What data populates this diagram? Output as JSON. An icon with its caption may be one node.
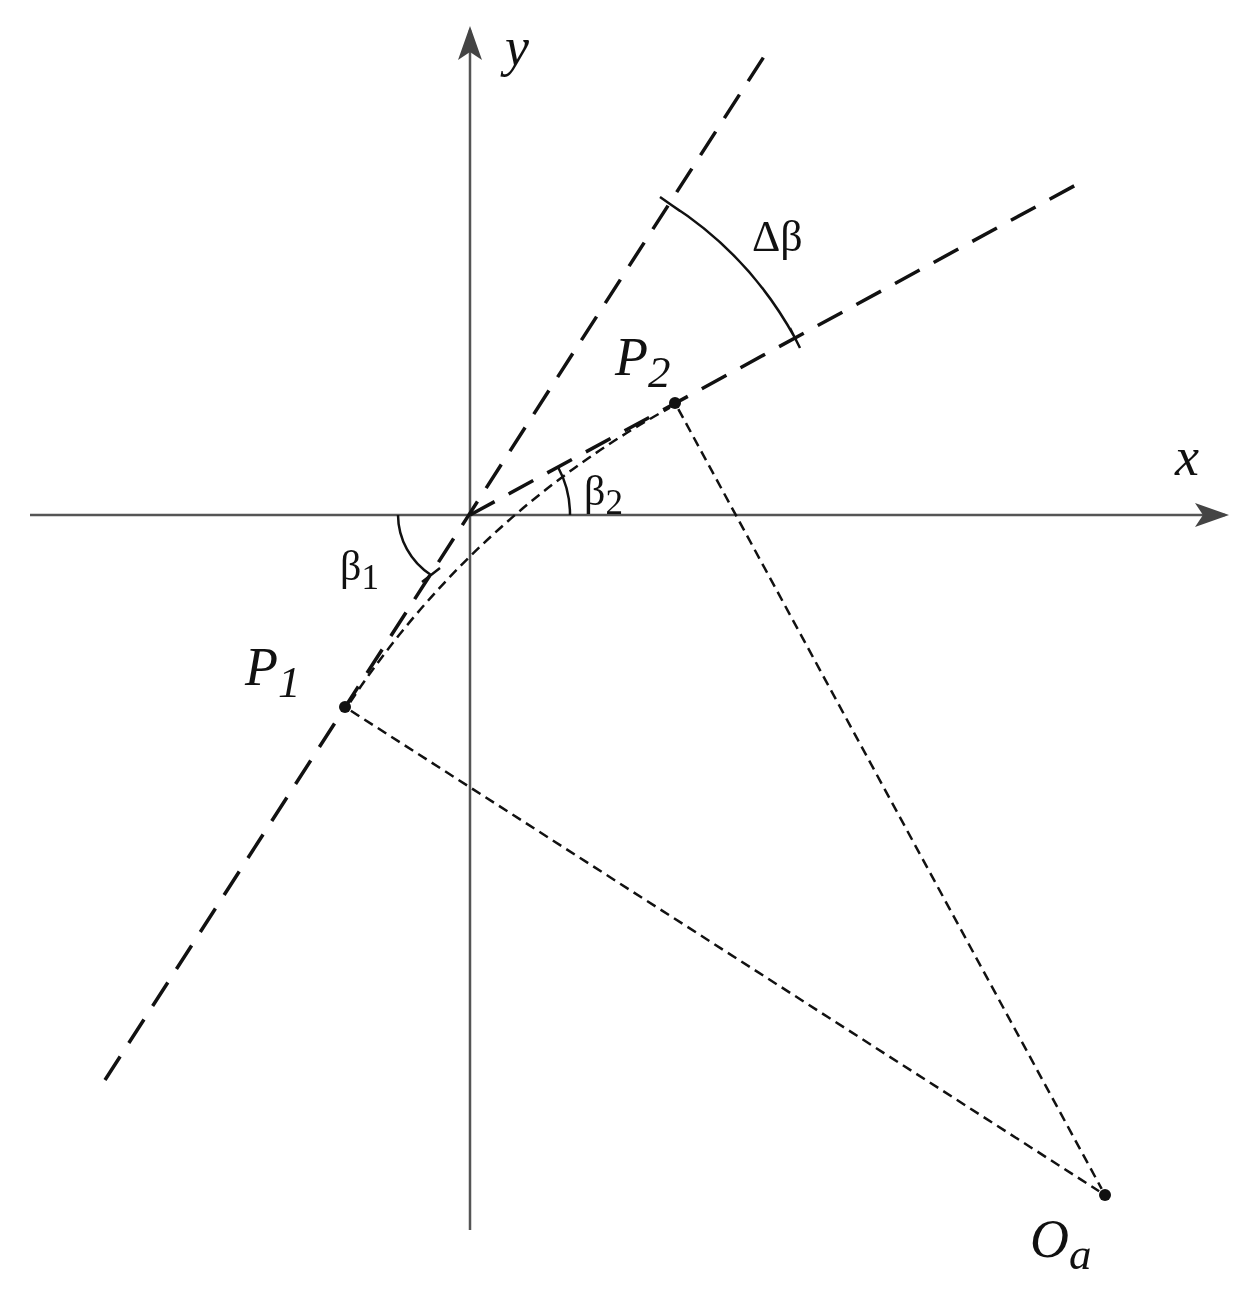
{
  "diagram": {
    "nodes": [
      {
        "text": [
          "P$_{2}$"
        ]
      },
      {
        "text": [
          "P$_{1}$"
        ]
      },
      {
        "text": [
          "O$_{a}$"
        ]
      }
    ],
    "edges": [
      {
        "from": 1,
        "to": 2,
        "arrow": "none",
        "style": "dashed"
      },
      {
        "from": 0,
        "to": 2,
        "arrow": "none",
        "style": "dashed"
      },
      {
        "from": 1,
        "to": 0,
        "arrow": "none",
        "style": "dashed"
      }
    ],
    "labels": [
      "y",
      "Δβ",
      "x",
      "β$_{2}$",
      "β$_{1}$"
    ]
  }
}
